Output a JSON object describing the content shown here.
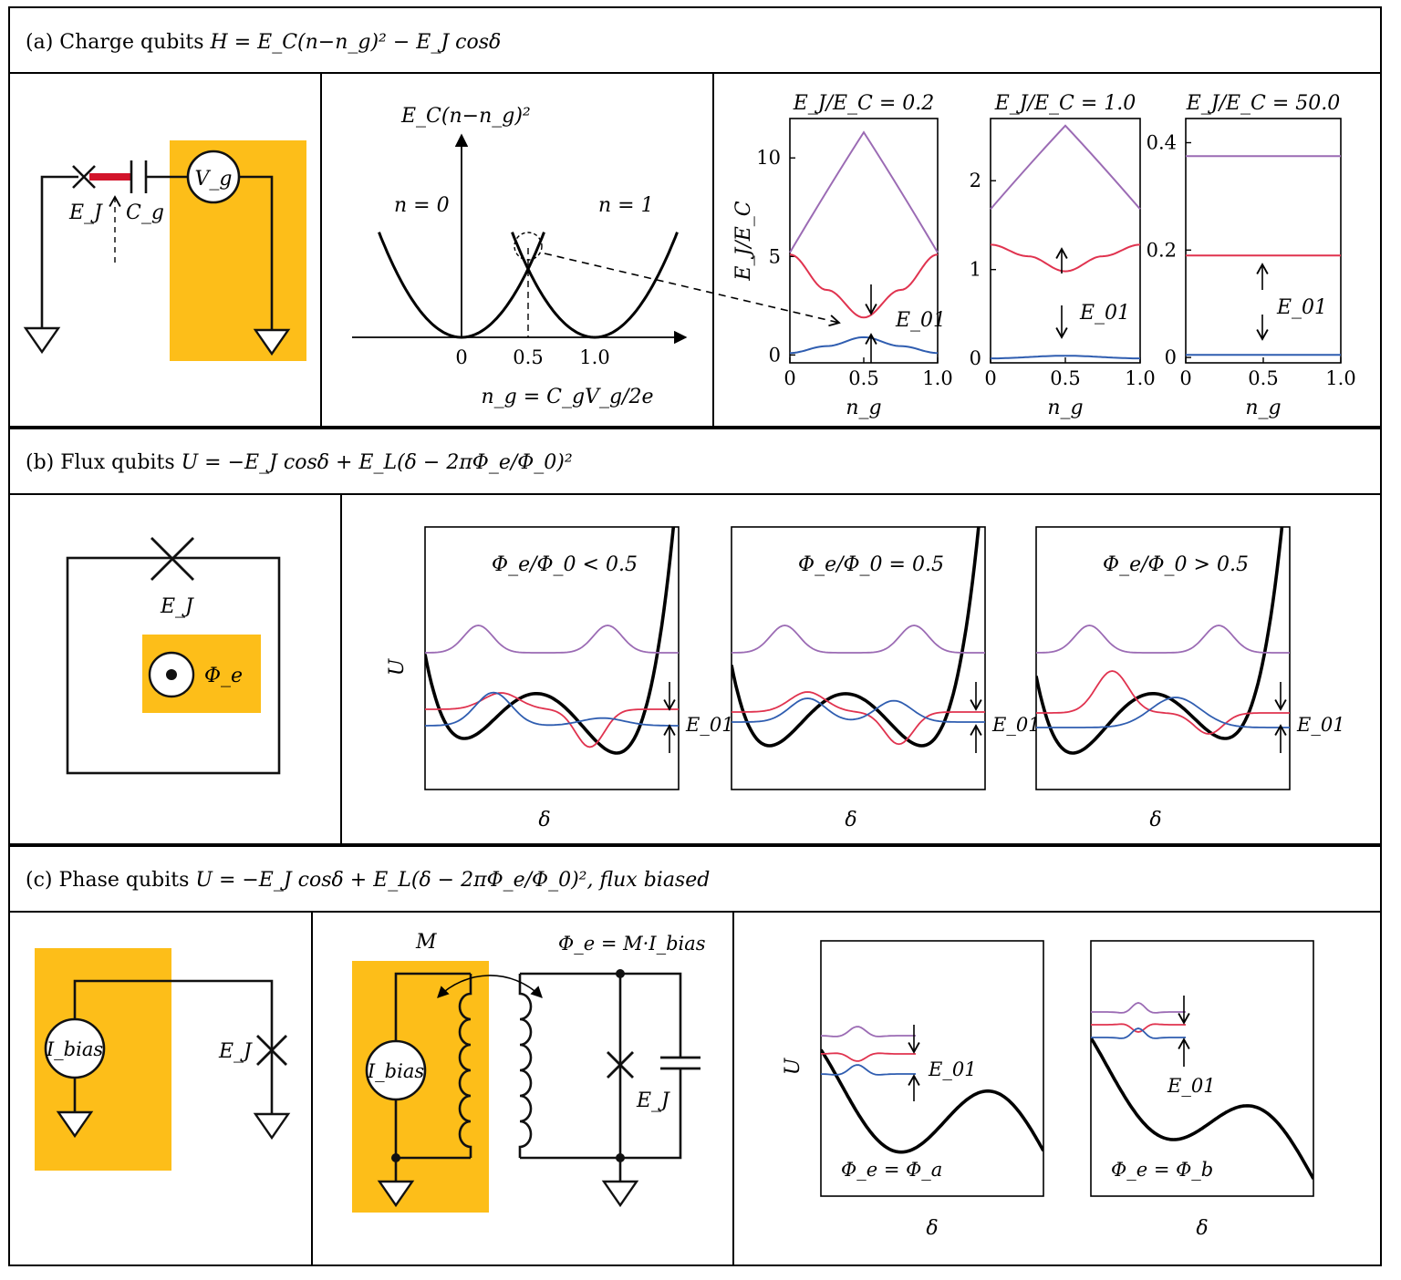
{
  "colors": {
    "orange": "#FDBE19",
    "purple": "#9B6BB4",
    "red": "#E0334F",
    "blue": "#2F5DB0",
    "junction_red": "#D2142B"
  },
  "panel_a": {
    "label": "(a)",
    "name": "Charge qubits",
    "equation": "H = E_C(n−n_g)² − E_J cosδ",
    "circuit": {
      "ej": "E_J",
      "cg": "C_g",
      "vg": "V_g"
    },
    "parabola": {
      "ylabel": "E_C(n−n_g)²",
      "left_label": "n = 0",
      "right_label": "n = 1",
      "ticks": [
        "0",
        "0.5",
        "1.0"
      ],
      "xlabel": "n_g = C_gV_g/2e"
    },
    "e01_label": "E_01"
  },
  "panel_b": {
    "label": "(b)",
    "name": "Flux qubits",
    "equation": "U = −E_J cosδ + E_L(δ − 2πΦ_e/Φ_0)²",
    "circuit": {
      "ej": "E_J",
      "phi": "Φ_e"
    },
    "ylabel": "U",
    "xlabel": "δ",
    "e01_label": "E_01"
  },
  "panel_c": {
    "label": "(c)",
    "name": "Phase qubits",
    "equation": "U = −E_J cosδ + E_L(δ − 2πΦ_e/Φ_0)², flux biased",
    "circuit1": {
      "ibias": "I_bias",
      "ej": "E_J"
    },
    "circuit2": {
      "m": "M",
      "phi_eq": "Φ_e = M·I_bias",
      "ibias": "I_bias",
      "ej": "E_J"
    },
    "ylabel": "U",
    "xlabel": "δ",
    "e01_label": "E_01"
  },
  "chart_data": [
    {
      "type": "line",
      "title": "E_J/E_C = 0.2",
      "xlabel": "n_g",
      "ylabel": "E_J/E_C",
      "xlim": [
        0,
        1
      ],
      "ylim": [
        -0.4,
        12
      ],
      "xticks": [
        "0",
        "0.5",
        "1.0"
      ],
      "yticks": [
        "0",
        "5",
        "10"
      ],
      "series": [
        {
          "color": "purple",
          "x": [
            0,
            0.5,
            1
          ],
          "y": [
            5.2,
            11.3,
            5.2
          ]
        },
        {
          "color": "red",
          "x": [
            0,
            0.25,
            0.5,
            0.75,
            1
          ],
          "y": [
            5.1,
            3.3,
            1.9,
            3.3,
            5.1
          ]
        },
        {
          "color": "blue",
          "x": [
            0,
            0.25,
            0.5,
            0.75,
            1
          ],
          "y": [
            0.1,
            0.45,
            0.9,
            0.45,
            0.1
          ]
        }
      ]
    },
    {
      "type": "line",
      "title": "E_J/E_C = 1.0",
      "xlabel": "n_g",
      "ylabel": "",
      "xlim": [
        0,
        1
      ],
      "ylim": [
        -0.05,
        2.7
      ],
      "xticks": [
        "0",
        "0.5",
        "1.0"
      ],
      "yticks": [
        "0",
        "1",
        "2"
      ],
      "series": [
        {
          "color": "purple",
          "x": [
            0,
            0.5,
            1
          ],
          "y": [
            1.68,
            2.62,
            1.68
          ]
        },
        {
          "color": "red",
          "x": [
            0,
            0.25,
            0.5,
            0.75,
            1
          ],
          "y": [
            1.28,
            1.15,
            0.98,
            1.15,
            1.28
          ]
        },
        {
          "color": "blue",
          "x": [
            0,
            0.5,
            1
          ],
          "y": [
            0.0,
            0.03,
            0.0
          ]
        }
      ]
    },
    {
      "type": "line",
      "title": "E_J/E_C = 50.0",
      "xlabel": "n_g",
      "ylabel": "",
      "xlim": [
        0,
        1
      ],
      "ylim": [
        -0.01,
        0.445
      ],
      "xticks": [
        "0",
        "0.5",
        "1.0"
      ],
      "yticks": [
        "0",
        "0.2",
        "0.4"
      ],
      "series": [
        {
          "color": "purple",
          "x": [
            0,
            1
          ],
          "y": [
            0.375,
            0.375
          ]
        },
        {
          "color": "red",
          "x": [
            0,
            1
          ],
          "y": [
            0.19,
            0.19
          ]
        },
        {
          "color": "blue",
          "x": [
            0,
            1
          ],
          "y": [
            0.005,
            0.005
          ]
        }
      ]
    }
  ],
  "potentials_b": [
    {
      "title": "Φ_e/Φ_0 < 0.5"
    },
    {
      "title": "Φ_e/Φ_0 = 0.5"
    },
    {
      "title": "Φ_e/Φ_0 > 0.5"
    }
  ],
  "potentials_c": [
    {
      "label": "Φ_e = Φ_a"
    },
    {
      "label": "Φ_e = Φ_b"
    }
  ]
}
